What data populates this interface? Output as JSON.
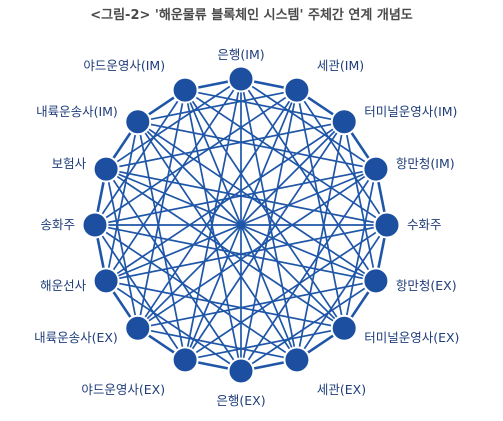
{
  "title": "<그림-2> '해운물류 블록체인 시스템' 주체간 연계 개념도",
  "colors": {
    "node_fill": "#1c4fa0",
    "node_stroke": "#ffffff",
    "edge": "#1f56a8",
    "label": "#1f3d7a"
  },
  "nodes": [
    {
      "id": "bank-im",
      "label": "은행(IM)"
    },
    {
      "id": "customs-im",
      "label": "세관(IM)"
    },
    {
      "id": "terminal-im",
      "label": "터미널운영사(IM)"
    },
    {
      "id": "port-authority-im",
      "label": "항만청(IM)"
    },
    {
      "id": "consignee",
      "label": "수화주"
    },
    {
      "id": "port-authority-ex",
      "label": "항만청(EX)"
    },
    {
      "id": "terminal-ex",
      "label": "터미널운영사(EX)"
    },
    {
      "id": "customs-ex",
      "label": "세관(EX)"
    },
    {
      "id": "bank-ex",
      "label": "은행(EX)"
    },
    {
      "id": "yard-ex",
      "label": "야드운영사(EX)"
    },
    {
      "id": "inland-ex",
      "label": "내륙운송사(EX)"
    },
    {
      "id": "carrier",
      "label": "해운선사"
    },
    {
      "id": "shipper",
      "label": "송화주"
    },
    {
      "id": "insurer",
      "label": "보험사"
    },
    {
      "id": "inland-im",
      "label": "내륙운송사(IM)"
    },
    {
      "id": "yard-im",
      "label": "야드운영사(IM)"
    }
  ],
  "edge_steps": [
    1,
    3,
    5,
    7,
    8
  ]
}
